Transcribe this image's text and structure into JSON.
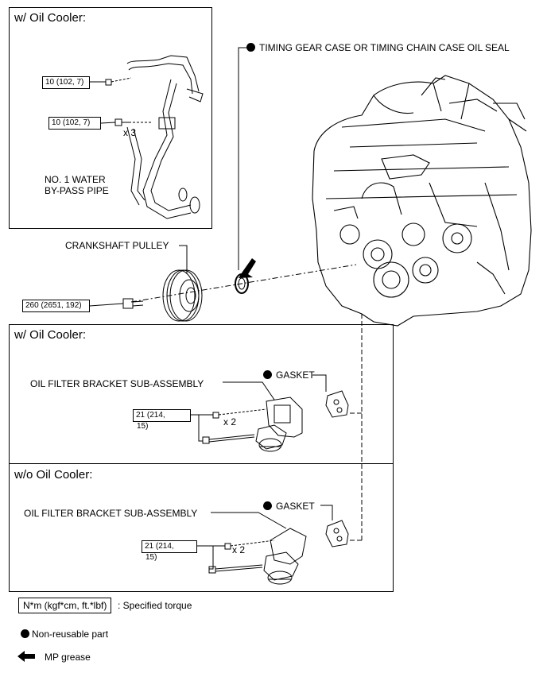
{
  "panels": {
    "top_oil_cooler": {
      "title": "w/ Oil Cooler:",
      "bolt1_torque": "10 (102, 7)",
      "bolt2_torque": "10 (102, 7)",
      "bolt2_qty": "x 3",
      "pipe_label_line1": "NO. 1 WATER",
      "pipe_label_line2": "BY-PASS PIPE"
    },
    "w_oil_cooler": {
      "title": "w/ Oil Cooler:",
      "bracket_label": "OIL FILTER BRACKET SUB-ASSEMBLY",
      "gasket_label": "GASKET",
      "torque_line1": "21 (214,",
      "torque_line2": "15)",
      "qty": "x 2"
    },
    "wo_oil_cooler": {
      "title": "w/o Oil Cooler:",
      "bracket_label": "OIL FILTER BRACKET SUB-ASSEMBLY",
      "gasket_label": "GASKET",
      "torque_line1": "21 (214,",
      "torque_line2": "15)",
      "qty": "x 2"
    }
  },
  "main": {
    "seal_label": "TIMING GEAR CASE OR TIMING CHAIN CASE OIL SEAL",
    "pulley_label": "CRANKSHAFT PULLEY",
    "pulley_torque": "260 (2651, 192)"
  },
  "legend": {
    "torque_box": "N*m (kgf*cm, ft.*lbf)",
    "torque_desc": ": Specified torque",
    "non_reusable": "Non-reusable part",
    "grease": "MP grease"
  }
}
